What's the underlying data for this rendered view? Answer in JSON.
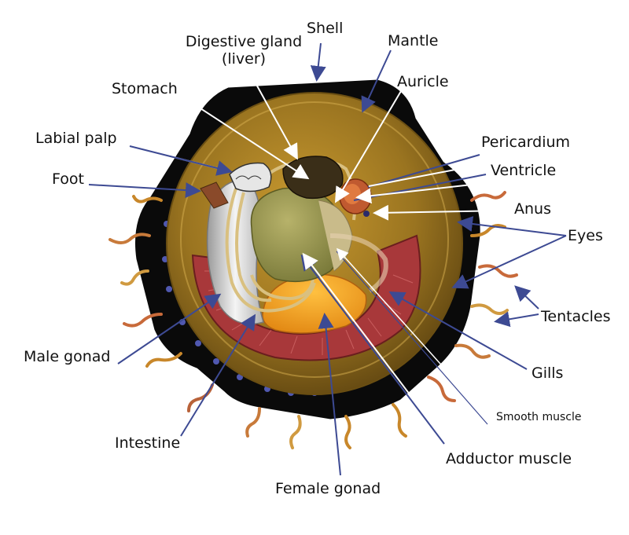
{
  "diagram": {
    "labels": {
      "shell": "Shell",
      "digestive_gland": "Digestive gland",
      "digestive_gland_sub": "(liver)",
      "mantle": "Mantle",
      "auricle": "Auricle",
      "stomach": "Stomach",
      "labial_palp": "Labial palp",
      "pericardium": "Pericardium",
      "ventricle": "Ventricle",
      "foot": "Foot",
      "anus": "Anus",
      "eyes": "Eyes",
      "tentacles": "Tentacles",
      "male_gonad": "Male gonad",
      "gills": "Gills",
      "smooth_muscle": "Smooth muscle",
      "intestine": "Intestine",
      "adductor_muscle": "Adductor muscle",
      "female_gonad": "Female gonad"
    },
    "colors": {
      "leader_blue": "#3d4a93",
      "leader_white": "#ffffff",
      "shell_black": "#0a0a0a",
      "mantle_tan": "#8a6a18",
      "gill_red": "#a8383a",
      "gonad_orange": "#f0a020",
      "liver_green": "#9a9a50",
      "eye_dot": "#5058b0"
    }
  }
}
